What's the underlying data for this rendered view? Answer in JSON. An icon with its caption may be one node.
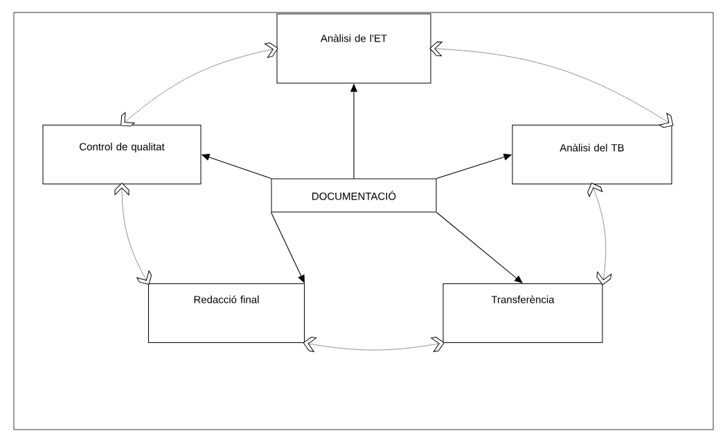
{
  "diagram": {
    "nodes": [
      {
        "text": [
          "Anàlisi de l'ET"
        ]
      },
      {
        "text": [
          "Control de qualitat"
        ]
      },
      {
        "text": [
          "Anàlisi del TB"
        ]
      },
      {
        "text": [
          "DOCUMENTACIÓ"
        ]
      },
      {
        "text": [
          "Redacció final"
        ]
      },
      {
        "text": [
          "Transferència"
        ]
      }
    ],
    "edges": [
      {
        "from": 3,
        "to": 0,
        "arrow": "to"
      },
      {
        "from": 3,
        "to": 1,
        "arrow": "to"
      },
      {
        "from": 3,
        "to": 2,
        "arrow": "to"
      },
      {
        "from": 3,
        "to": 4,
        "arrow": "to"
      },
      {
        "from": 3,
        "to": 5,
        "arrow": "to"
      },
      {
        "from": 0,
        "to": 2,
        "arrow": "both",
        "style": "dashed"
      },
      {
        "from": 2,
        "to": 5,
        "arrow": "both",
        "style": "dashed"
      },
      {
        "from": 5,
        "to": 4,
        "arrow": "both",
        "style": "dashed"
      },
      {
        "from": 4,
        "to": 1,
        "arrow": "both",
        "style": "dashed"
      },
      {
        "from": 1,
        "to": 0,
        "arrow": "both",
        "style": "dashed"
      }
    ]
  }
}
